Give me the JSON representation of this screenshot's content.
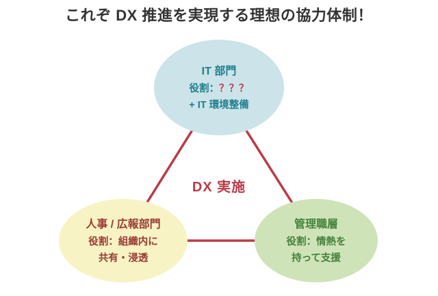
{
  "title": "これぞ DX 推進を実現する理想の協力体制！",
  "center_label": "DX 実施",
  "nodes": {
    "it": {
      "name": "IT 部門",
      "role_prefix": "役割：",
      "role_unknown": "？？？",
      "role_line2": "+ IT 環境整備"
    },
    "hr": {
      "name": "人事 / 広報部門",
      "role_line1": "役割：組織内に",
      "role_line2": "共有・浸透"
    },
    "mgmt": {
      "name": "管理職層",
      "role_line1": "役割：情熱を",
      "role_line2": "持って支援"
    }
  },
  "colors": {
    "title": "#333333",
    "line": "#b93b46",
    "unknown": "#c03a4a",
    "it_fill": "#cbe3e9",
    "it_text": "#1f7f8e",
    "hr_fill": "#f7f3c5",
    "hr_text": "#9a3b33",
    "mgmt_fill": "#cfe3b8",
    "mgmt_text": "#44823c"
  }
}
